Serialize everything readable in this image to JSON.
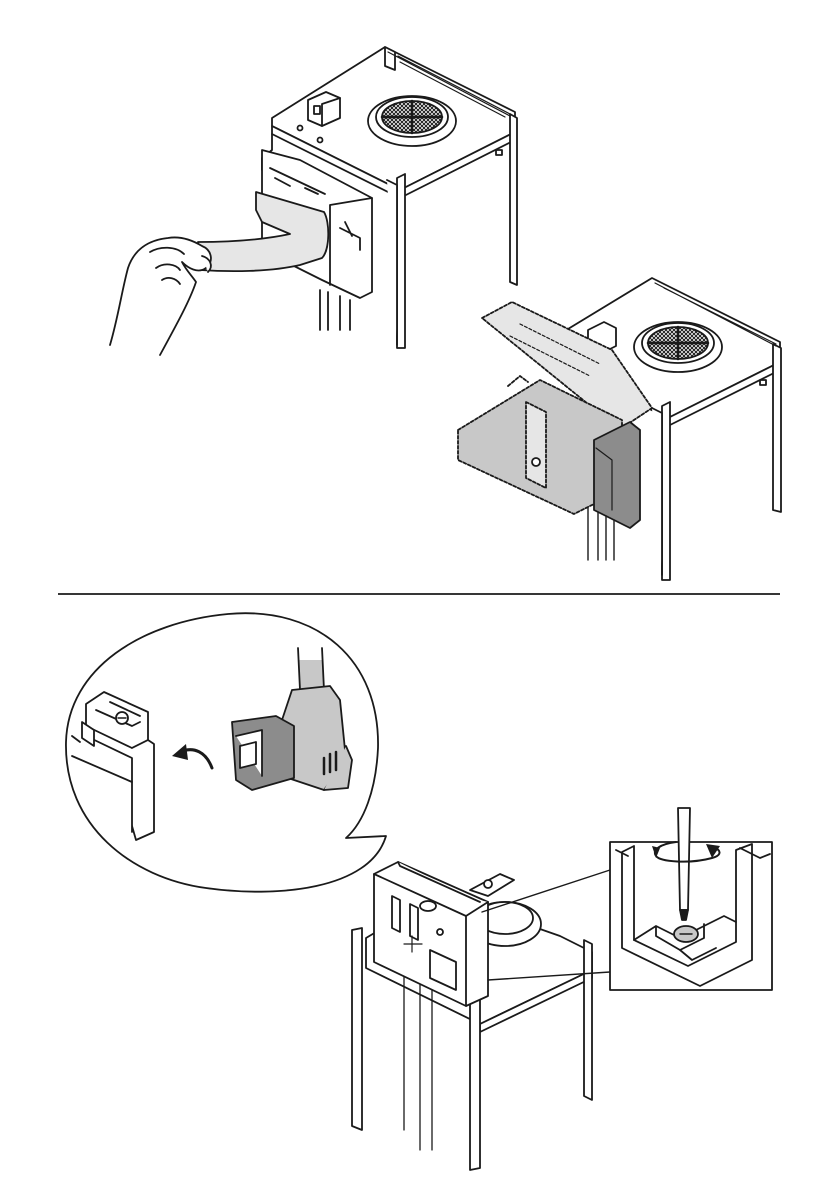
{
  "figure": {
    "kind": "installation-instruction-illustration",
    "panels": [
      {
        "id": "step-1",
        "depicts": [
          "hand-pulling-protective-film",
          "boiler-casing-with-flue-ring"
        ]
      },
      {
        "id": "step-2",
        "depicts": [
          "control-box-tilted-open-forward",
          "boiler-casing-with-flue-ring"
        ]
      },
      {
        "id": "step-3",
        "depicts": [
          "mains-plug-removal-detail",
          "boiler-casing-with-control-box",
          "screw-turn-detail"
        ]
      }
    ],
    "icons": [
      "hand-icon",
      "curved-arrow-icon",
      "rotation-arrow-icon",
      "screwdriver-icon",
      "plug-icon",
      "screw-icon"
    ],
    "colors": {
      "line": "#1a1a1a",
      "paper": "#ffffff",
      "tint_light": "#e6e6e6",
      "tint_mid": "#c8c8c8",
      "tint_dark": "#8c8c8c"
    }
  }
}
